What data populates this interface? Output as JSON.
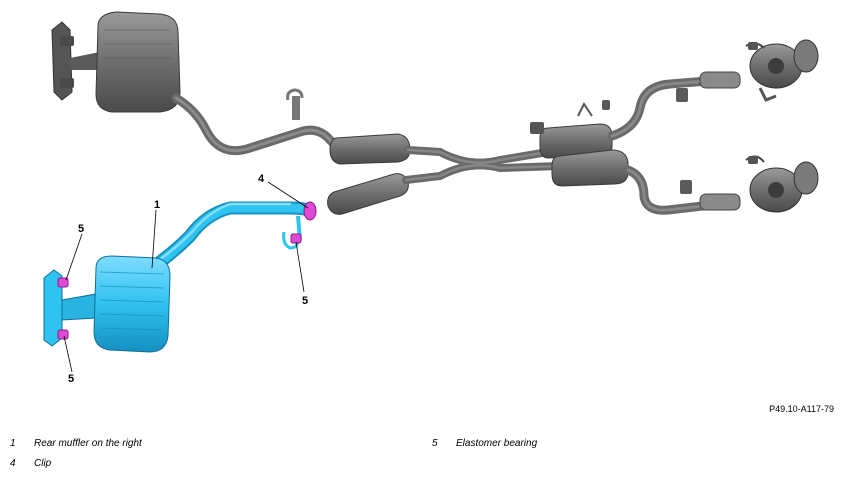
{
  "callouts": {
    "c1": "1",
    "c4": "4",
    "c5a": "5",
    "c5b": "5",
    "c5c": "5"
  },
  "reference_id": "P49.10-A117-79",
  "legend": [
    {
      "number": "1",
      "label": "Rear muffler on the right"
    },
    {
      "number": "4",
      "label": "Clip"
    },
    {
      "number": "5",
      "label": "Elastomer bearing"
    }
  ],
  "colors": {
    "highlight_part": "#2fc3f0",
    "highlight_clip": "#e048d8",
    "exhaust_gray": "#6f6f6f"
  }
}
